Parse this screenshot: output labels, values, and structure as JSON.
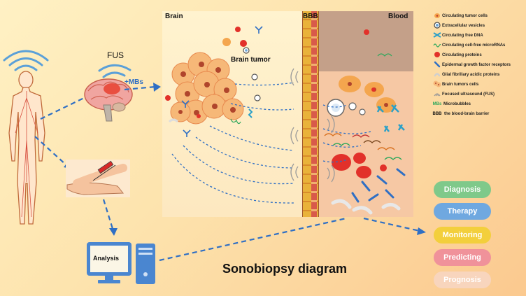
{
  "labels": {
    "fus": "FUS",
    "mbs": "+MBs",
    "brain": "Brain",
    "bbb": "BBB",
    "blood": "Blood",
    "brain_tumor": "Brain tumor",
    "analysis": "Analysis",
    "title": "Sonobiopsy diagram"
  },
  "legend": [
    {
      "icon": "tumor-cell-icon",
      "text": "Circulating tumor cells"
    },
    {
      "icon": "vesicle-icon",
      "text": "Extracellular vesicles"
    },
    {
      "icon": "dna-icon",
      "text": "Circulating free DNA"
    },
    {
      "icon": "microrna-icon",
      "text": "Circulating cell-free microRNAs"
    },
    {
      "icon": "protein-icon",
      "text": "Circulating proteins"
    },
    {
      "icon": "egfr-icon",
      "text": "Epidermal growth factor receptors"
    },
    {
      "icon": "gfap-icon",
      "text": "Glial fibrillary acidic proteins"
    },
    {
      "icon": "brain-tumor-cell-icon",
      "text": "Brain tumors cells"
    },
    {
      "icon": "ultrasound-icon",
      "text": "Focused ultrasound  (FUS)"
    },
    {
      "icon": "microbubble-icon",
      "symbol": "MBs",
      "text": "Microbubbles"
    },
    {
      "icon": "bbb-icon",
      "symbol": "BBB",
      "text": "the blood-brain barrier"
    }
  ],
  "outcomes": [
    {
      "label": "Diagnosis",
      "color": "#7fc98a"
    },
    {
      "label": "Therapy",
      "color": "#6fa8e0"
    },
    {
      "label": "Monitoring",
      "color": "#f3cf3c"
    },
    {
      "label": "Predicting",
      "color": "#f0929a"
    },
    {
      "label": "Prognosis",
      "color": "#f8d5bd"
    }
  ],
  "colors": {
    "accent_blue": "#2f6fc4",
    "tumor_orange": "#f4a64e",
    "protein_red": "#e2312a",
    "bbb_yellow": "#e9b23a",
    "blood_top": "#c4a089",
    "blood_bottom": "#f6c8a4"
  }
}
